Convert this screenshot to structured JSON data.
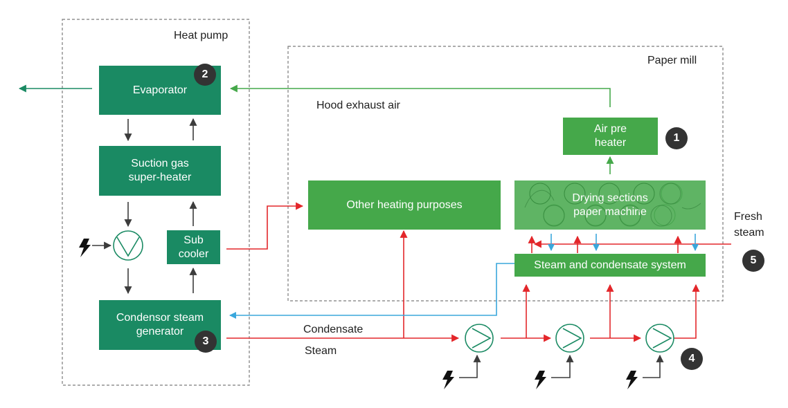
{
  "groups": {
    "heat_pump": "Heat pump",
    "paper_mill": "Paper mill"
  },
  "blocks": {
    "evaporator": "Evaporator",
    "suction_gas_line1": "Suction gas",
    "suction_gas_line2": "super-heater",
    "sub_cooler_line1": "Sub",
    "sub_cooler_line2": "cooler",
    "condensor_line1": "Condensor steam",
    "condensor_line2": "generator",
    "air_pre_heater_line1": "Air pre",
    "air_pre_heater_line2": "heater",
    "other_heating": "Other heating purposes",
    "drying_line1": "Drying sections",
    "drying_line2": "paper machine",
    "steam_condensate": "Steam and condensate system"
  },
  "labels": {
    "hood_exhaust_air": "Hood exhaust air",
    "condensate": "Condensate",
    "steam": "Steam",
    "fresh_steam_line1": "Fresh",
    "fresh_steam_line2": "steam"
  },
  "badges": {
    "b1": "1",
    "b2": "2",
    "b3": "3",
    "b4": "4",
    "b5": "5"
  },
  "colors": {
    "dark_green": "#1a8a63",
    "light_green": "#45a84a",
    "steam_red": "#e3262a",
    "condensate_blue": "#3aa7dc",
    "gray_arrow": "#3c3c3c",
    "badge": "#333333"
  },
  "icons": [
    "lightning-icon",
    "compressor-icon",
    "pump-icon"
  ]
}
